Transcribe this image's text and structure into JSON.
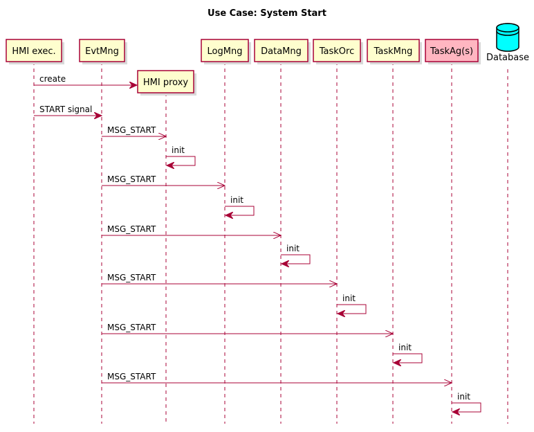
{
  "title": "Use Case: System Start",
  "colors": {
    "participant_fill": "#FEFECE",
    "participant_highlight_fill": "#FFB6C1",
    "participant_border": "#A80036",
    "arrow": "#A80036",
    "lifeline": "#A80036",
    "database_fill": "#00FFFF",
    "database_border": "#000000"
  },
  "participants": [
    {
      "id": "hmi_exec",
      "label": "HMI exec.",
      "kind": "box"
    },
    {
      "id": "evtmng",
      "label": "EvtMng",
      "kind": "box"
    },
    {
      "id": "hmi_proxy",
      "label": "HMI proxy",
      "kind": "created"
    },
    {
      "id": "logmng",
      "label": "LogMng",
      "kind": "box"
    },
    {
      "id": "datamng",
      "label": "DataMng",
      "kind": "box"
    },
    {
      "id": "taskorc",
      "label": "TaskOrc",
      "kind": "box"
    },
    {
      "id": "taskmng",
      "label": "TaskMng",
      "kind": "box"
    },
    {
      "id": "taskag",
      "label": "TaskAg(s)",
      "kind": "highlight"
    },
    {
      "id": "database",
      "label": "Database",
      "kind": "database"
    }
  ],
  "messages": [
    {
      "from": "hmi_exec",
      "to": "hmi_proxy",
      "label": "create",
      "style": "sync"
    },
    {
      "from": "hmi_exec",
      "to": "evtmng",
      "label": "START signal",
      "style": "sync"
    },
    {
      "from": "evtmng",
      "to": "hmi_proxy",
      "label": "MSG_START",
      "style": "async"
    },
    {
      "from": "hmi_proxy",
      "to": "hmi_proxy",
      "label": "init",
      "style": "self"
    },
    {
      "from": "evtmng",
      "to": "logmng",
      "label": "MSG_START",
      "style": "async"
    },
    {
      "from": "logmng",
      "to": "logmng",
      "label": "init",
      "style": "self"
    },
    {
      "from": "evtmng",
      "to": "datamng",
      "label": "MSG_START",
      "style": "async"
    },
    {
      "from": "datamng",
      "to": "datamng",
      "label": "init",
      "style": "self"
    },
    {
      "from": "evtmng",
      "to": "taskorc",
      "label": "MSG_START",
      "style": "async"
    },
    {
      "from": "taskorc",
      "to": "taskorc",
      "label": "init",
      "style": "self"
    },
    {
      "from": "evtmng",
      "to": "taskmng",
      "label": "MSG_START",
      "style": "async"
    },
    {
      "from": "taskmng",
      "to": "taskmng",
      "label": "init",
      "style": "self"
    },
    {
      "from": "evtmng",
      "to": "taskag",
      "label": "MSG_START",
      "style": "async"
    },
    {
      "from": "taskag",
      "to": "taskag",
      "label": "init",
      "style": "self"
    }
  ]
}
